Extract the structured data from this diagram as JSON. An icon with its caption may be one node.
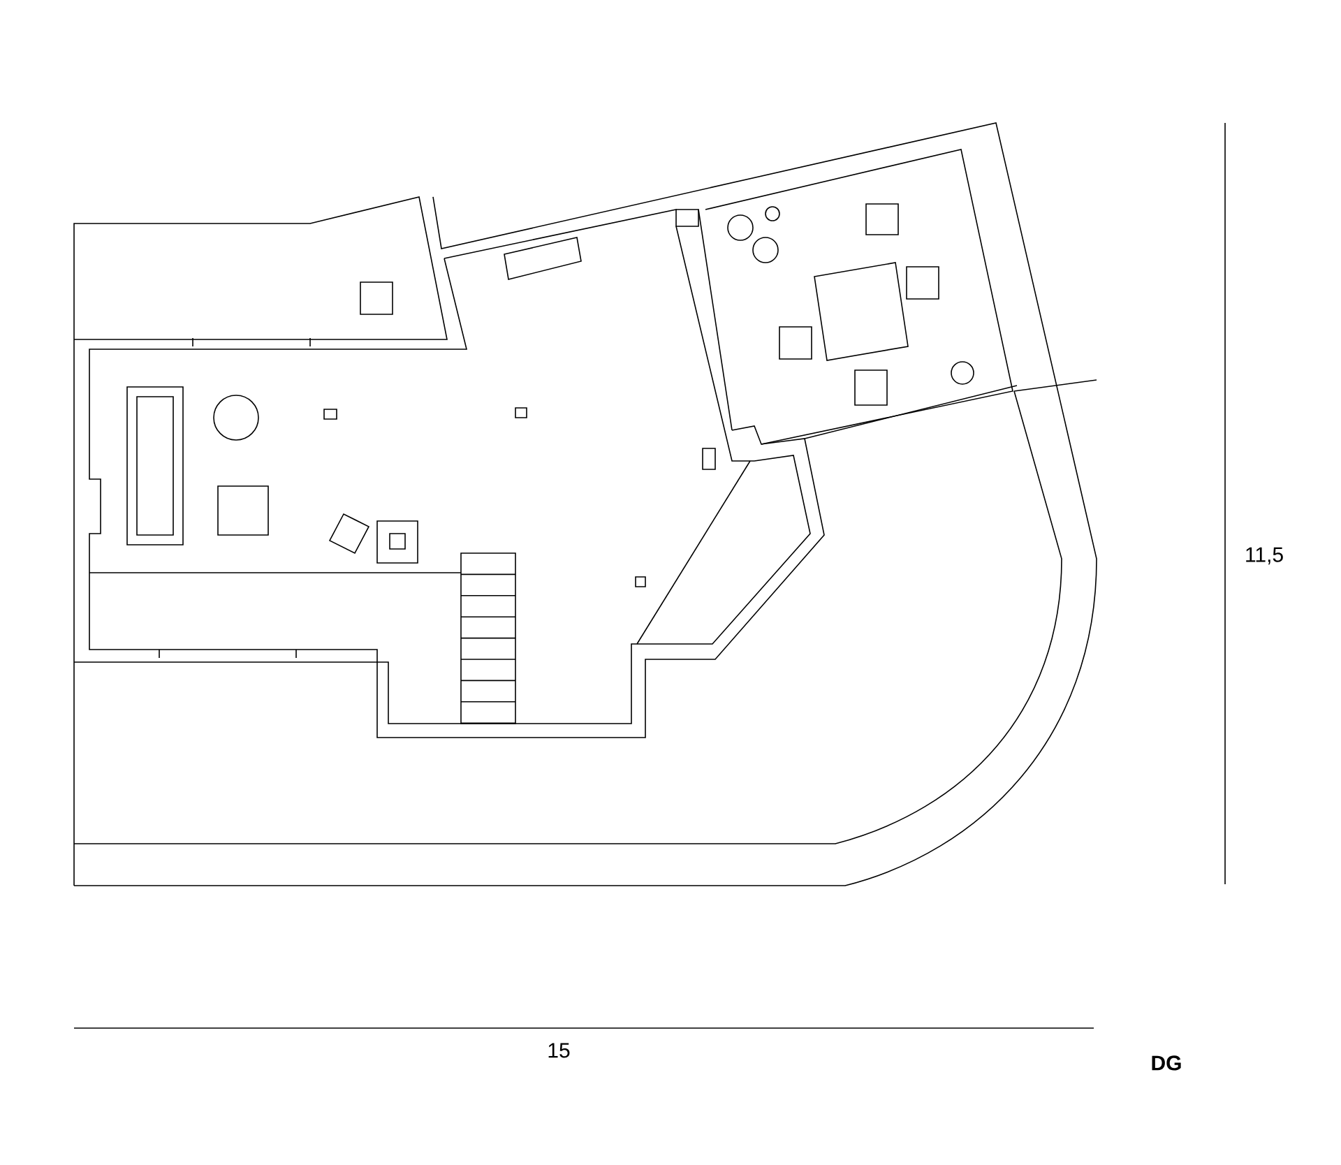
{
  "diagram": {
    "labels": [
      "11,5",
      "15",
      "DG"
    ]
  }
}
